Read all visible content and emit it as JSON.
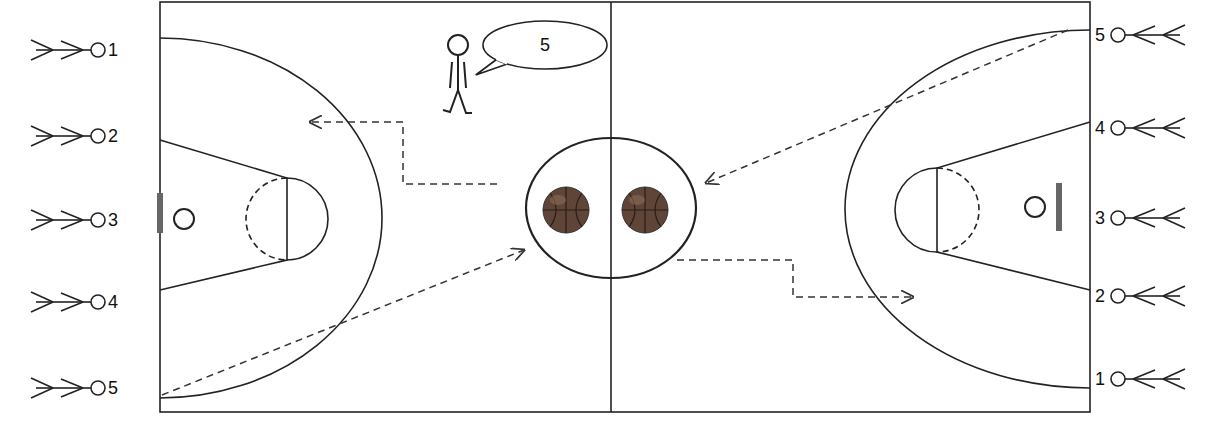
{
  "diagram": {
    "nodes": [
      {
        "text": [
          "5"
        ]
      }
    ],
    "labels": [
      "1",
      "2",
      "3",
      "4",
      "5",
      "5",
      "4",
      "3",
      "2",
      "1"
    ]
  }
}
